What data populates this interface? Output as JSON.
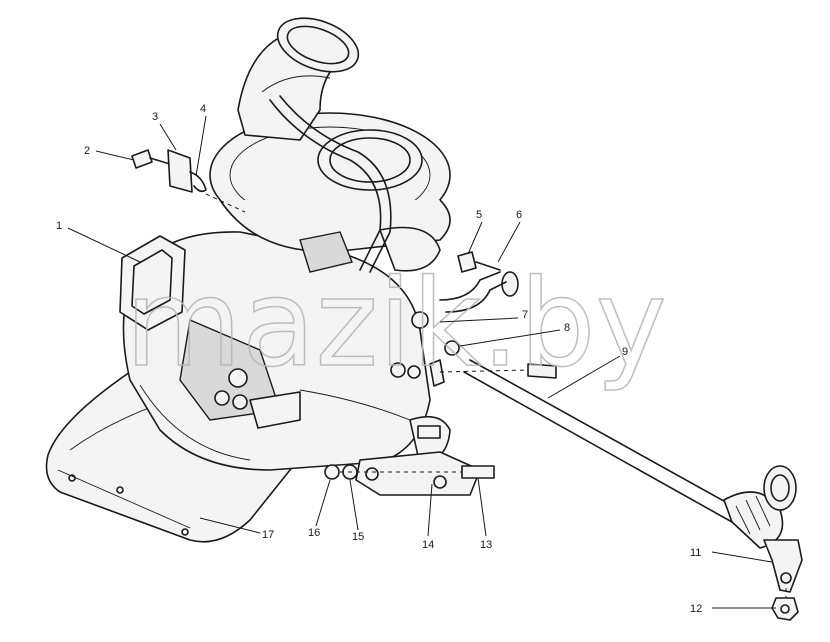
{
  "watermark": "mazik.by",
  "callouts": [
    {
      "label": "1"
    },
    {
      "label": "2"
    },
    {
      "label": "3"
    },
    {
      "label": "4"
    },
    {
      "label": "5"
    },
    {
      "label": "6"
    },
    {
      "label": "7"
    },
    {
      "label": "8"
    },
    {
      "label": "9"
    },
    {
      "label": "11"
    },
    {
      "label": "12"
    },
    {
      "label": "13"
    },
    {
      "label": "14"
    },
    {
      "label": "15"
    },
    {
      "label": "16"
    },
    {
      "label": "17"
    }
  ]
}
